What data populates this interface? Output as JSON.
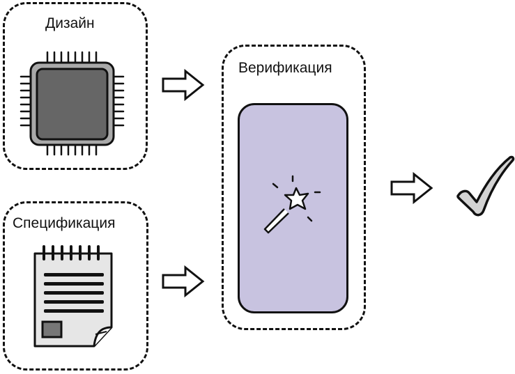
{
  "design": {
    "label": "Дизайн",
    "icon": "microchip-icon"
  },
  "specification": {
    "label": "Спецификация",
    "icon": "notepad-icon"
  },
  "verification": {
    "label": "Верификация",
    "icon": "magic-wand-icon",
    "panel_color": "#c8c3e0"
  },
  "result": {
    "icon": "checkmark-icon"
  },
  "arrows": {
    "icon": "outline-arrow-right-icon"
  }
}
